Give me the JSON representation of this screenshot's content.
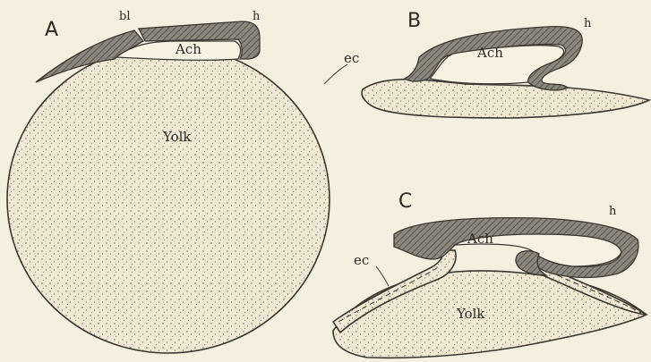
{
  "figure": {
    "panels": [
      {
        "id": "panel-a",
        "letter": "A",
        "labels": {
          "bl": "bl",
          "h": "h",
          "ach": "Ach",
          "ec": "ec",
          "yolk": "Yolk"
        }
      },
      {
        "id": "panel-b",
        "letter": "B",
        "labels": {
          "h": "h",
          "ach": "Ach"
        }
      },
      {
        "id": "panel-c",
        "letter": "C",
        "labels": {
          "h": "h",
          "ach": "Ach",
          "ec": "ec",
          "yolk": "Yolk"
        }
      }
    ]
  },
  "colors": {
    "paper": "#f3f0df",
    "ink": "#3a3830",
    "stipple": "#6a6656"
  }
}
